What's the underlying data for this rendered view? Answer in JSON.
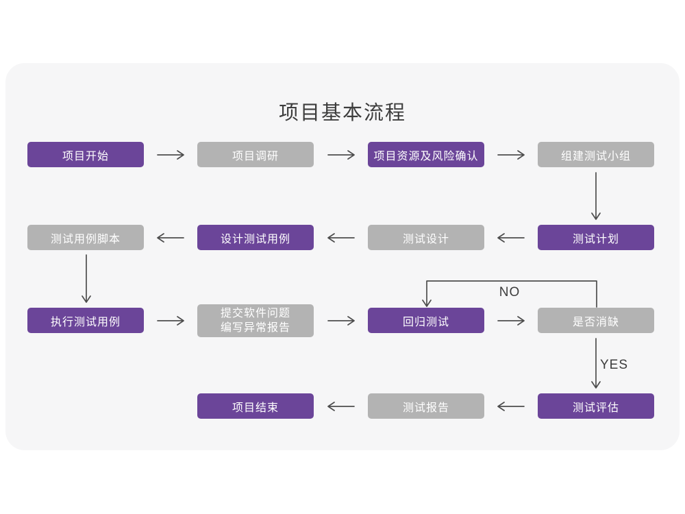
{
  "title": "项目基本流程",
  "colors": {
    "primary_node": "#6b4599",
    "secondary_node": "#b3b3b3",
    "card_background": "#f6f6f7",
    "page_background": "#ffffff",
    "arrow": "#4d4d4d",
    "title_text": "#3d3d3d",
    "node_text": "#ffffff"
  },
  "labels": {
    "no": "NO",
    "yes": "YES"
  },
  "nodes": [
    {
      "id": "project-start",
      "label": "项目开始",
      "style": "primary"
    },
    {
      "id": "project-research",
      "label": "项目调研",
      "style": "secondary"
    },
    {
      "id": "resource-risk",
      "label": "项目资源及风险确认",
      "style": "primary"
    },
    {
      "id": "build-team",
      "label": "组建测试小组",
      "style": "secondary"
    },
    {
      "id": "case-script",
      "label": "测试用例脚本",
      "style": "secondary"
    },
    {
      "id": "design-case",
      "label": "设计测试用例",
      "style": "primary"
    },
    {
      "id": "test-design",
      "label": "测试设计",
      "style": "secondary"
    },
    {
      "id": "test-plan",
      "label": "测试计划",
      "style": "primary"
    },
    {
      "id": "execute-case",
      "label": "执行测试用例",
      "style": "primary"
    },
    {
      "id": "submit-issue",
      "label": "提交软件问题\n编写异常报告",
      "style": "secondary"
    },
    {
      "id": "regression-test",
      "label": "回归测试",
      "style": "primary"
    },
    {
      "id": "defect-cleared",
      "label": "是否消缺",
      "style": "secondary"
    },
    {
      "id": "project-end",
      "label": "项目结束",
      "style": "primary"
    },
    {
      "id": "test-report",
      "label": "测试报告",
      "style": "secondary"
    },
    {
      "id": "test-evaluate",
      "label": "测试评估",
      "style": "primary"
    }
  ],
  "edges": [
    {
      "from": "项目开始",
      "to": "项目调研"
    },
    {
      "from": "项目调研",
      "to": "项目资源及风险确认"
    },
    {
      "from": "项目资源及风险确认",
      "to": "组建测试小组"
    },
    {
      "from": "组建测试小组",
      "to": "测试计划"
    },
    {
      "from": "测试计划",
      "to": "测试设计"
    },
    {
      "from": "测试设计",
      "to": "设计测试用例"
    },
    {
      "from": "设计测试用例",
      "to": "测试用例脚本"
    },
    {
      "from": "测试用例脚本",
      "to": "执行测试用例"
    },
    {
      "from": "执行测试用例",
      "to": "提交软件问题编写异常报告"
    },
    {
      "from": "提交软件问题编写异常报告",
      "to": "回归测试"
    },
    {
      "from": "回归测试",
      "to": "是否消缺"
    },
    {
      "from": "是否消缺",
      "to": "回归测试",
      "label": "NO"
    },
    {
      "from": "是否消缺",
      "to": "测试评估",
      "label": "YES"
    },
    {
      "from": "测试评估",
      "to": "测试报告"
    },
    {
      "from": "测试报告",
      "to": "项目结束"
    }
  ]
}
